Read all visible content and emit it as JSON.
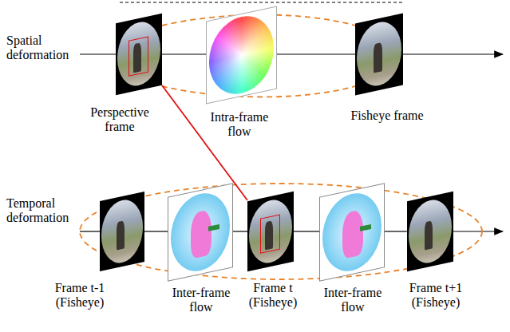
{
  "diagram": {
    "nodes": [
      {
        "text": [
          "Perspective frame"
        ]
      },
      {
        "text": [
          "Intra-frame flow"
        ]
      },
      {
        "text": [
          "Fisheye frame"
        ]
      },
      {
        "text": [
          "Frame t-1 (Fisheye)"
        ]
      },
      {
        "text": [
          "Inter-frame flow"
        ]
      },
      {
        "text": [
          "Frame t (Fisheye)"
        ]
      },
      {
        "text": [
          "Inter-frame flow"
        ]
      },
      {
        "text": [
          "Frame t+1 (Fisheye)"
        ]
      }
    ],
    "edges": [
      {
        "from": 0,
        "to": 1,
        "arrow": "none"
      },
      {
        "from": 1,
        "to": 2,
        "arrow": "none"
      },
      {
        "from": 3,
        "to": 4,
        "arrow": "none"
      },
      {
        "from": 4,
        "to": 5,
        "arrow": "none"
      },
      {
        "from": 5,
        "to": 6,
        "arrow": "none"
      },
      {
        "from": 6,
        "to": 7,
        "arrow": "none"
      },
      {
        "from": 0,
        "to": 5,
        "arrow": "none"
      }
    ],
    "labels": [
      "Spatial deformation",
      "Temporal deformation"
    ]
  }
}
